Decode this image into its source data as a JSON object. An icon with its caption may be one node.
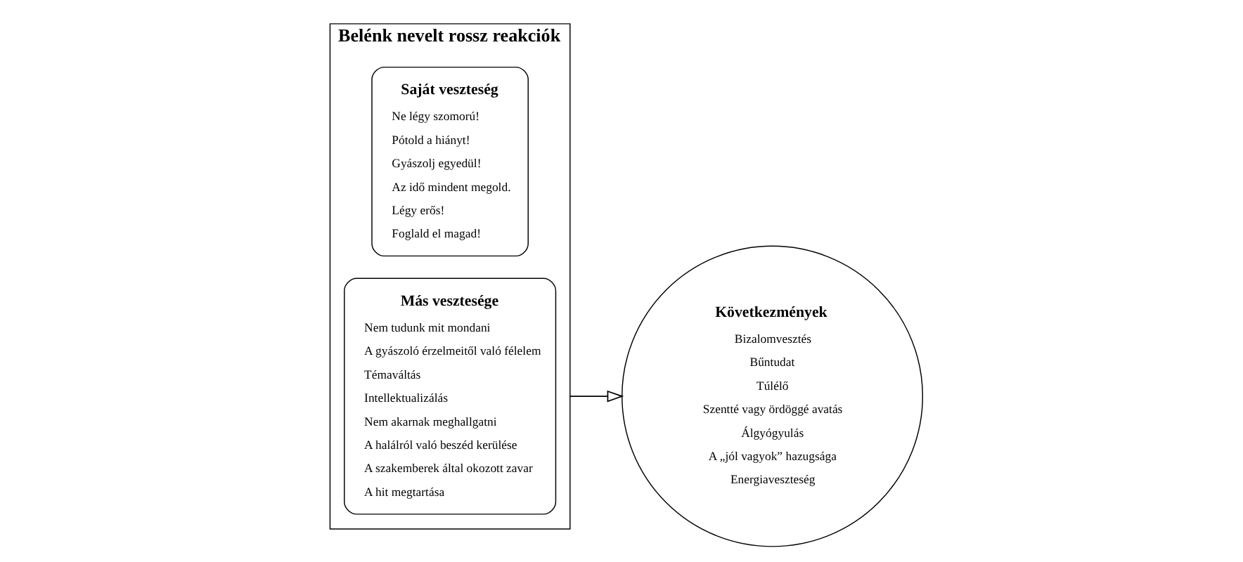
{
  "diagram": {
    "nodes": [
      {
        "text": [
          "Belénk nevelt rossz reakciók"
        ]
      },
      {
        "text": [
          "Saját veszteség",
          "Ne légy szomorú!",
          "Pótold a hiányt!",
          "Gyászolj egyedül!",
          "Az idő mindent megold.",
          "Légy erős!",
          "Foglald el magad!"
        ],
        "in": 0
      },
      {
        "text": [
          "Más vesztesége",
          "Nem tudunk mit mondani",
          "A gyászoló érzelmeitől való félelem",
          "Témaváltás",
          "Intellektualizálás",
          "Nem akarnak meghallgatni",
          "A halálról való beszéd kerülése",
          "A szakemberek által okozott zavar",
          "A hit megtartása"
        ],
        "in": 0
      },
      {
        "text": [
          "Következmények",
          "Bizalomvesztés",
          "Bűntudat",
          "Túlélő",
          "Szentté vagy ördöggé avatás",
          "Álgyógyulás",
          "A „jól vagyok” hazugsága",
          "Energiaveszteség"
        ]
      }
    ],
    "edges": [
      {
        "from": 0,
        "to": 3,
        "arrow": "to"
      }
    ]
  }
}
